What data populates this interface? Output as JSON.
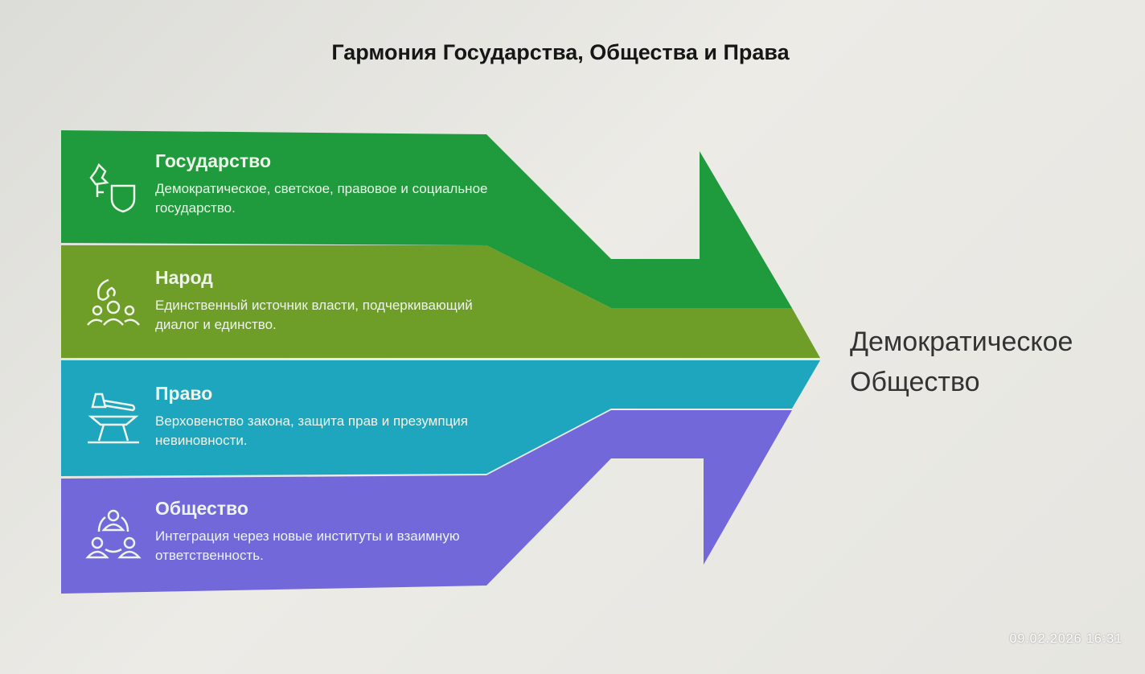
{
  "title": "Гармония Государства, Общества и Права",
  "items": [
    {
      "heading": "Государство",
      "text": "Демократическое, светское, правовое и социальное государство.",
      "icon": "tree-shield-icon",
      "color": "#1f9a3c"
    },
    {
      "heading": "Народ",
      "text": "Единственный источник власти, подчеркивающий диалог и единство.",
      "icon": "people-hand-icon",
      "color": "#6e9d28"
    },
    {
      "heading": "Право",
      "text": "Верховенство закона, защита прав и презумпция невиновности.",
      "icon": "hammer-anvil-icon",
      "color": "#1ea6bf"
    },
    {
      "heading": "Общество",
      "text": "Интеграция через новые институты и взаимную ответственность.",
      "icon": "community-icon",
      "color": "#7268da"
    }
  ],
  "result": "Демократическое Общество",
  "timestamp": "09.02.2026  16:31"
}
